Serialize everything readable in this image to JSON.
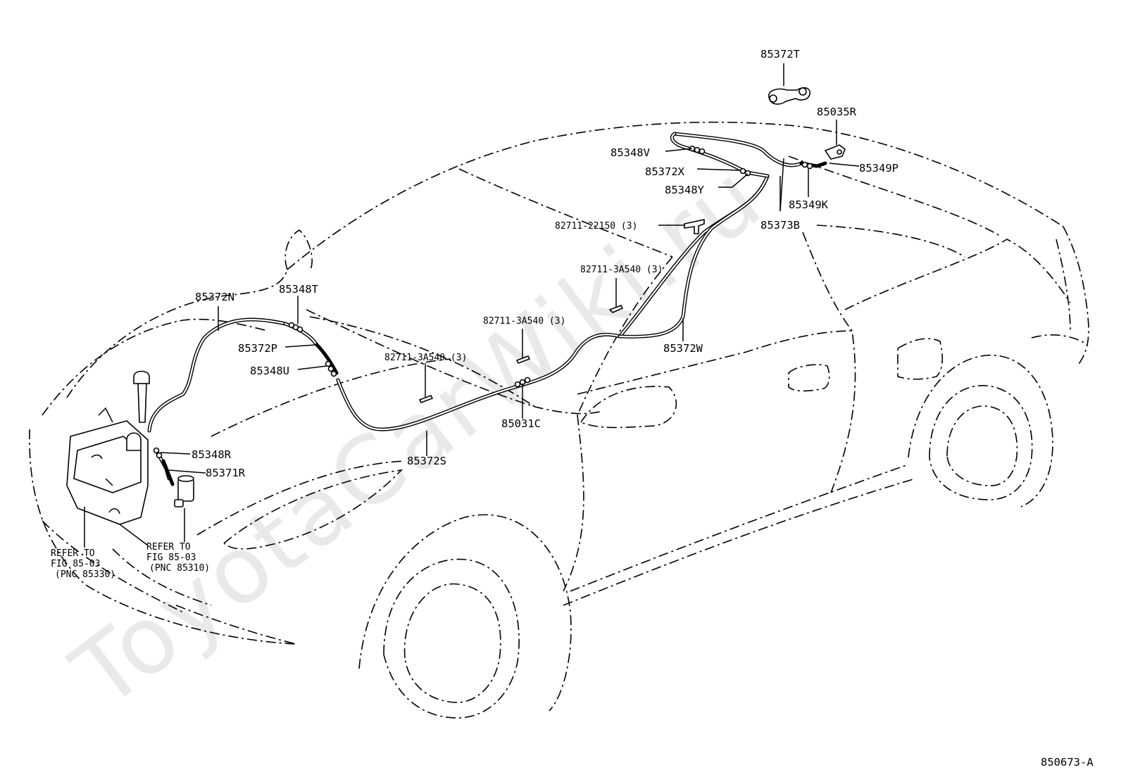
{
  "diagram": {
    "watermark": "ToyotaCarWiki.ru",
    "figure_code": "850673-A",
    "labels": [
      {
        "id": "85372T",
        "text": "85372T"
      },
      {
        "id": "85035R",
        "text": "85035R"
      },
      {
        "id": "85348V",
        "text": "85348V"
      },
      {
        "id": "85372X",
        "text": "85372X"
      },
      {
        "id": "85349P",
        "text": "85349P"
      },
      {
        "id": "85348Y",
        "text": "85348Y"
      },
      {
        "id": "85349K",
        "text": "85349K"
      },
      {
        "id": "82711-22150",
        "text": "82711-22150 (3)"
      },
      {
        "id": "85373B",
        "text": "85373B"
      },
      {
        "id": "82711-3A540-a",
        "text": "82711-3A540 (3)"
      },
      {
        "id": "85372N",
        "text": "85372N"
      },
      {
        "id": "85348T",
        "text": "85348T"
      },
      {
        "id": "82711-3A540-b",
        "text": "82711-3A540 (3)"
      },
      {
        "id": "85372W",
        "text": "85372W"
      },
      {
        "id": "85372P",
        "text": "85372P"
      },
      {
        "id": "82711-3A540-c",
        "text": "82711-3A540 (3)"
      },
      {
        "id": "85348U",
        "text": "85348U"
      },
      {
        "id": "85031C",
        "text": "85031C"
      },
      {
        "id": "85348R",
        "text": "85348R"
      },
      {
        "id": "85372S",
        "text": "85372S"
      },
      {
        "id": "85371R",
        "text": "85371R"
      }
    ],
    "refs": [
      {
        "id": "ref-85330",
        "line1": "REFER TO",
        "line2": "FIG 85-03",
        "line3": "(PNC 85330)"
      },
      {
        "id": "ref-85310",
        "line1": "REFER TO",
        "line2": "FIG 85-03",
        "line3": "(PNC 85310)"
      }
    ]
  }
}
